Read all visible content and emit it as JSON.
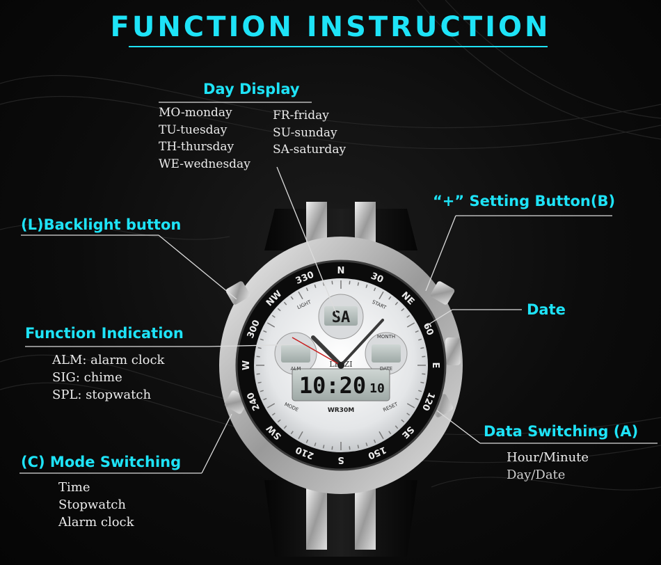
{
  "title": "FUNCTION INSTRUCTION",
  "day_display": {
    "heading": "Day Display",
    "left_items": [
      "MO-monday",
      "TU-tuesday",
      "TH-thursday",
      "WE-wednesday"
    ],
    "right_items": [
      "FR-friday",
      "SU-sunday",
      "SA-saturday"
    ]
  },
  "setting_button": {
    "heading": "“+”  Setting Button(B)"
  },
  "backlight_button": {
    "heading": "(L)Backlight button"
  },
  "date": {
    "heading": "Date"
  },
  "function_indication": {
    "heading": "Function Indication",
    "items": [
      "ALM: alarm clock",
      "SIG: chime",
      "SPL: stopwatch"
    ]
  },
  "data_switching": {
    "heading": "Data Switching (A)",
    "items": [
      "Hour/Minute",
      "Day/Date"
    ]
  },
  "mode_switching": {
    "heading": "(C) Mode Switching",
    "items": [
      "Time",
      "Stopwatch",
      "Alarm clock"
    ]
  },
  "watch": {
    "brand": "LINZI",
    "lcd_time": "10:20",
    "lcd_seconds": "10",
    "top_lcd": "SA",
    "water_resist": "WR30M",
    "bezel_labels": [
      "N",
      "30",
      "NE",
      "60",
      "E",
      "120",
      "SE",
      "150",
      "S",
      "210",
      "SW",
      "240",
      "W",
      "300",
      "NW",
      "330"
    ],
    "dial_labels": {
      "light": "LIGHT",
      "start": "START",
      "mode": "MODE",
      "reset": "RESET",
      "alm": "ALM",
      "month": "MONTH",
      "date": "DATE"
    }
  },
  "colors": {
    "accent": "#1ee3f7",
    "text": "#ececec",
    "background": "#0c0c0c"
  }
}
